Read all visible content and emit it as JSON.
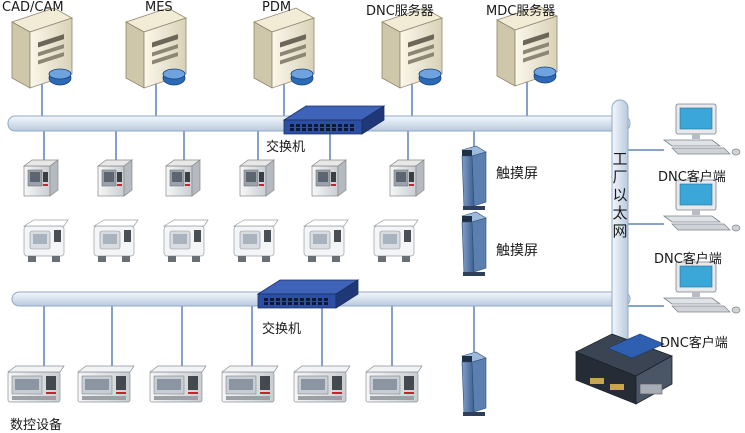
{
  "servers": [
    {
      "label": "CAD/CAM",
      "icon": "server-icon"
    },
    {
      "label": "MES",
      "icon": "server-icon"
    },
    {
      "label": "PDM",
      "icon": "server-icon"
    },
    {
      "label": "DNC服务器",
      "icon": "server-icon"
    },
    {
      "label": "MDC服务器",
      "icon": "server-icon"
    }
  ],
  "network": {
    "ethernet_label": "工厂以太网",
    "ethernet_chars": [
      "工",
      "厂",
      "以",
      "太",
      "网"
    ],
    "switch_labels": [
      "交换机",
      "交换机"
    ]
  },
  "touchscreens": [
    "触摸屏",
    "触摸屏"
  ],
  "clients": [
    "DNC客户端",
    "DNC客户端",
    "DNC客户端"
  ],
  "cnc_label": "数控设备",
  "colors": {
    "bus_fill": "#dfe8f3",
    "bus_stroke": "#8eaac8",
    "wire": "#3f6fb0",
    "switch": "#2d4fa3",
    "accent_red": "#c1272d"
  }
}
